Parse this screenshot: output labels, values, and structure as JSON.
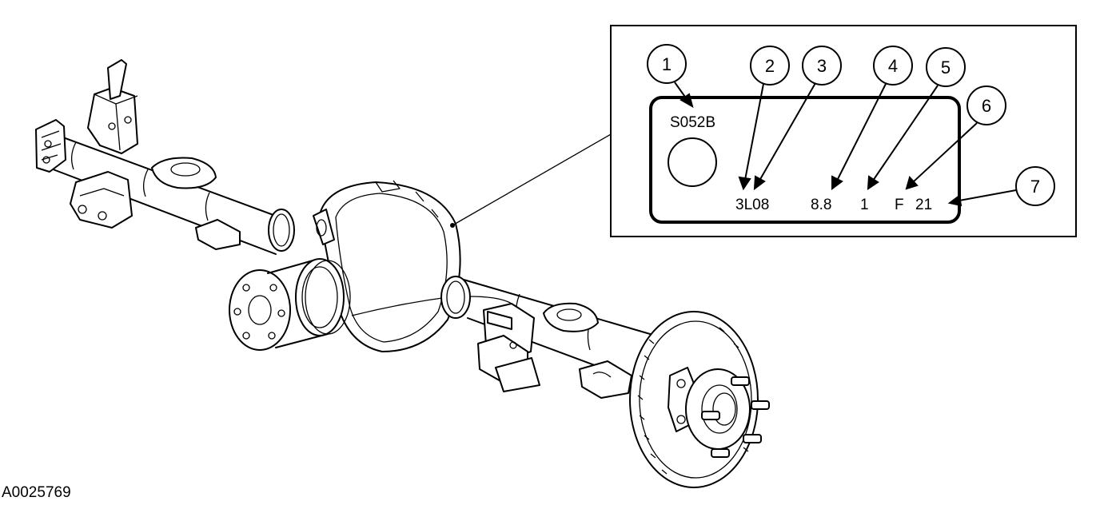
{
  "figure_id": "A0025769",
  "tag": {
    "part_number": "S052B",
    "plant_date": "3L08",
    "ring_gear_size": "8.8",
    "shift": "1",
    "traction": "F",
    "ratio": "21"
  },
  "callouts": [
    "1",
    "2",
    "3",
    "4",
    "5",
    "6",
    "7"
  ]
}
